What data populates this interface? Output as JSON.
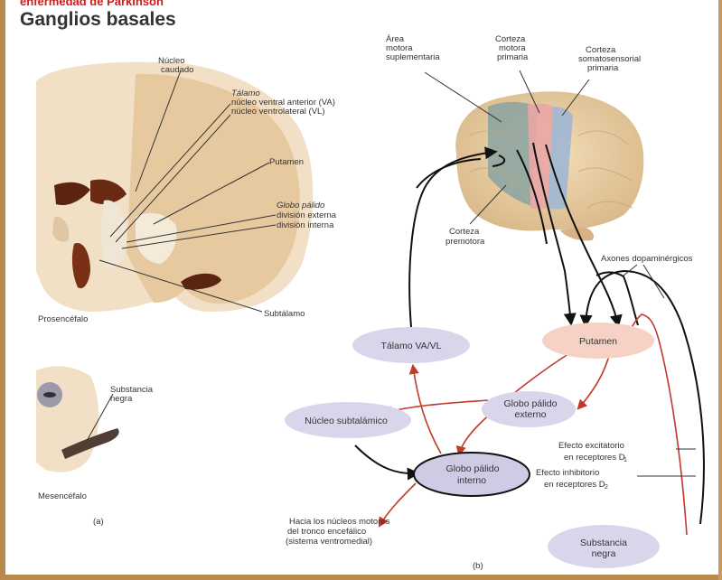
{
  "header": {
    "red_caption": "enfermedad de Parkinson",
    "title": "Ganglios basales"
  },
  "panel_a": {
    "labels": {
      "caudado": [
        "Núcleo",
        "caudado"
      ],
      "talamo": "Tálamo",
      "va": "núcleo ventral anterior (VA)",
      "vl": "núcleo ventrolateral (VL)",
      "putamen": "Putamen",
      "globo": "Globo pálido",
      "div_ext": "división externa",
      "div_int": "división interna",
      "prosencefalo": "Prosencéfalo",
      "subtalamo": "Subtálamo",
      "substancia": [
        "Substancia",
        "negra"
      ],
      "mesencefalo": "Mesencéfalo",
      "panel_letter": "(a)"
    }
  },
  "panel_b": {
    "cortex_labels": {
      "area_motora": [
        "Área",
        "motora",
        "suplementaria"
      ],
      "corteza_motora": [
        "Corteza",
        "motora",
        "primaria"
      ],
      "corteza_soma": [
        "Corteza",
        "somatosensorial",
        "primaria"
      ],
      "premotora": [
        "Corteza",
        "premotora"
      ]
    },
    "nodes": {
      "talamo": "Tálamo VA/VL",
      "putamen": "Putamen",
      "globo_ext": [
        "Globo pálido",
        "externo"
      ],
      "subtalamico": "Núcleo subtalámico",
      "globo_int": [
        "Globo pálido",
        "interno"
      ],
      "substancia": [
        "Substancia",
        "negra"
      ]
    },
    "annotations": {
      "axones": "Axones dopaminérgicos",
      "excitatorio": [
        "Efecto excitatorio",
        "en receptores D"
      ],
      "inhibitorio": [
        "Efecto inhibitorio",
        "en receptores D"
      ],
      "d1": "1",
      "d2": "2",
      "hacia": [
        "Hacia los núcleos motores",
        "del tronco encefálico",
        "(sistema ventromedial)"
      ]
    },
    "panel_letter": "(b)"
  },
  "colors": {
    "title": "#333333",
    "red_caption": "#d11a1a",
    "node_fill": "#d9d6ec",
    "putamen_fill": "#f6d2c6",
    "red_arrow": "#c0392b",
    "black_arrow": "#111111",
    "frame": "#b98a4b"
  }
}
